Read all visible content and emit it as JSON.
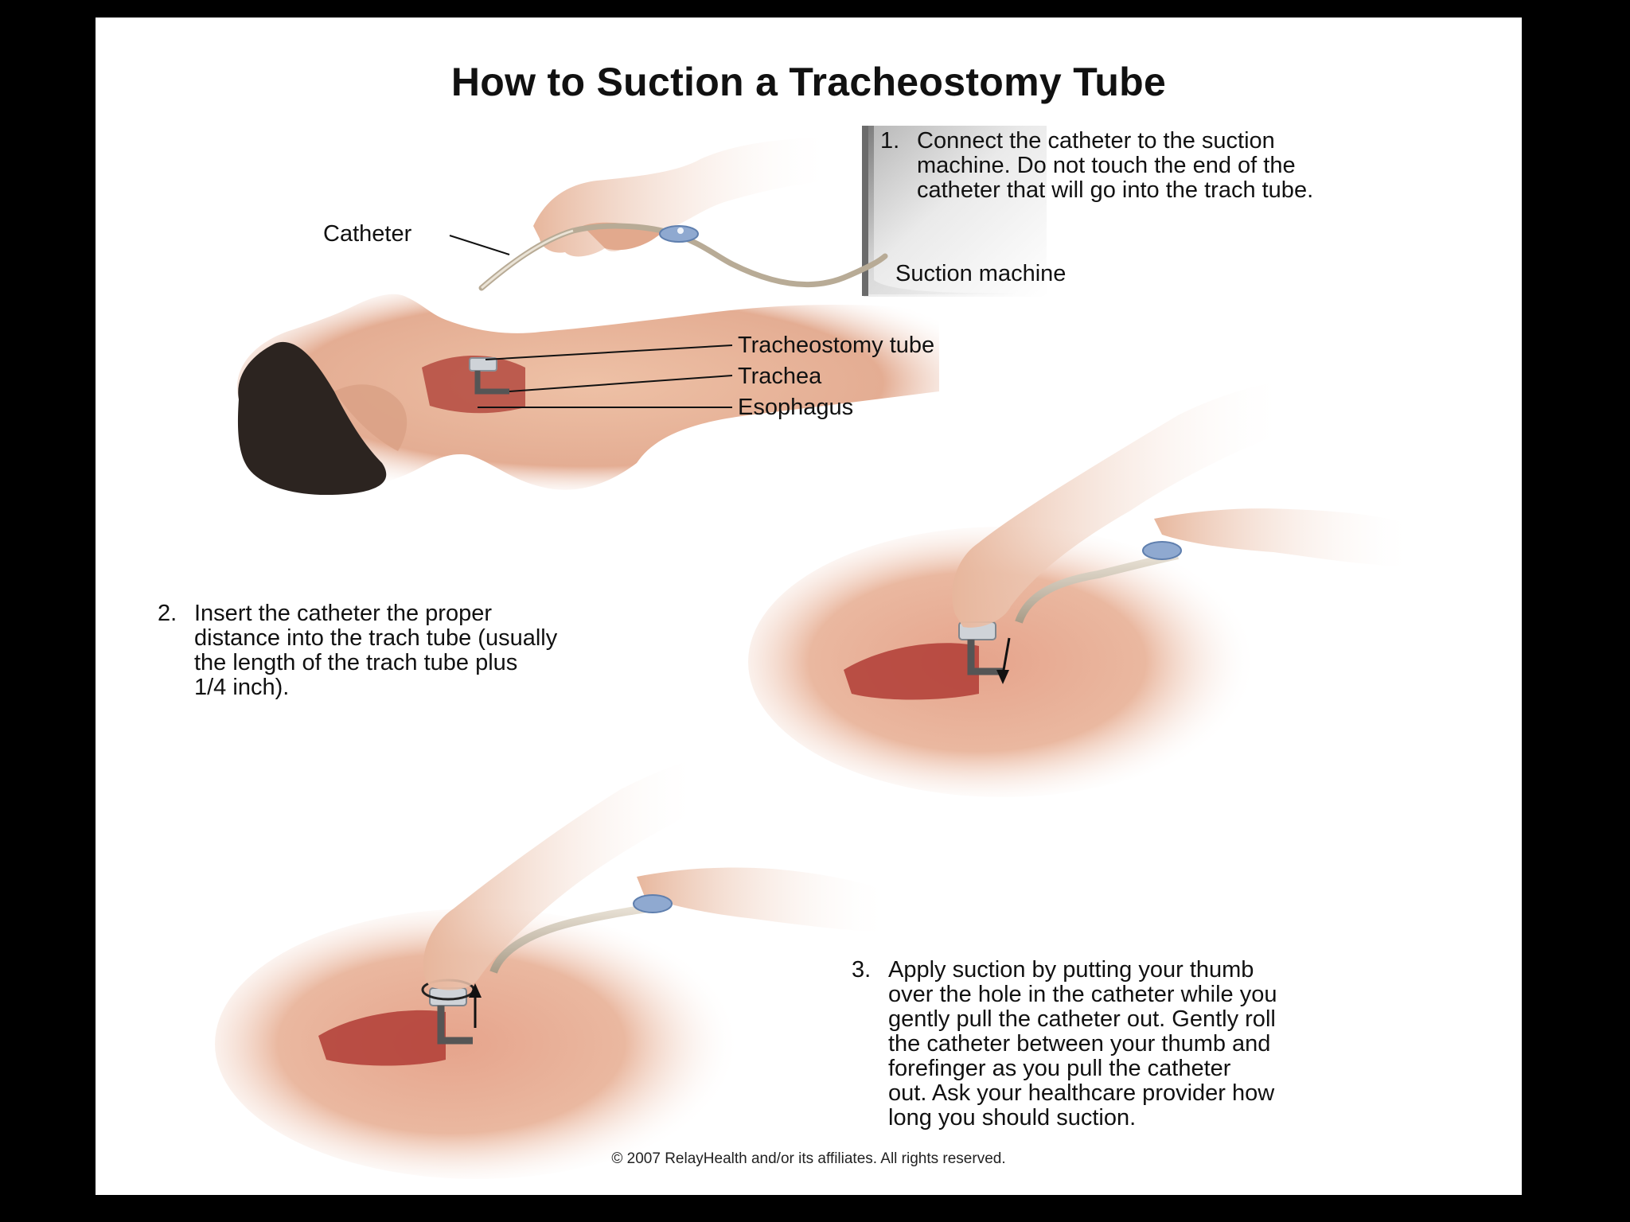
{
  "title": "How to Suction a Tracheostomy Tube",
  "steps": [
    {
      "number": "1.",
      "text": "Connect the catheter to the suction\nmachine. Do not touch the end of the\ncatheter that will go into the trach tube."
    },
    {
      "number": "2.",
      "text": "Insert the catheter the proper\ndistance into the trach tube (usually\nthe length of the trach tube plus\n1/4 inch)."
    },
    {
      "number": "3.",
      "text": "Apply suction by putting your thumb\nover the hole in the catheter while you\ngently pull the catheter out. Gently roll\nthe catheter between your thumb and\nforefinger as you pull the catheter\nout. Ask your healthcare provider how\nlong you should suction."
    }
  ],
  "labels": {
    "catheter": "Catheter",
    "suction_machine": "Suction machine",
    "tracheostomy_tube": "Tracheostomy tube",
    "trachea": "Trachea",
    "esophagus": "Esophagus"
  },
  "copyright": "© 2007 RelayHealth and/or its affiliates.  All rights reserved.",
  "colors": {
    "background": "#000000",
    "panel": "#ffffff",
    "skin": "#e8b49a",
    "tissue": "#b5463f",
    "catheter": "#c9bca8",
    "connector": "#7f9fc9"
  }
}
